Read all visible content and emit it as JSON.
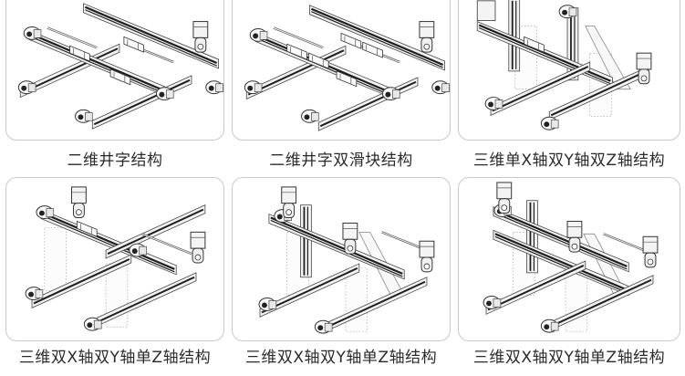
{
  "grid": {
    "items": [
      {
        "id": "2d-cross",
        "label": "二维井字结构",
        "illustration": "two-axis-cross-gantry"
      },
      {
        "id": "2d-cross-double-slider",
        "label": "二维井字双滑块结构",
        "illustration": "two-axis-cross-gantry-double-slider"
      },
      {
        "id": "3d-1x-2y-2z",
        "label": "三维单X轴双Y轴双Z轴结构",
        "illustration": "three-axis-single-x-double-y-double-z"
      },
      {
        "id": "3d-2x-2y-1z-a",
        "label": "三维双X轴双Y轴单Z轴结构",
        "illustration": "three-axis-double-x-double-y-single-z"
      },
      {
        "id": "3d-2x-2y-1z-b",
        "label": "三维双X轴双Y轴单Z轴结构",
        "illustration": "three-axis-double-x-double-y-single-z-vertical"
      },
      {
        "id": "3d-2x-2y-1z-c",
        "label": "三维双X轴双Y轴单Z轴结构",
        "illustration": "three-axis-double-x-double-y-single-z-stacked"
      }
    ]
  },
  "colors": {
    "card_border": "#c9c9c9",
    "caption_text": "#2b2b2b",
    "line_art": "#3a3a3a",
    "rail_dark": "#1e1e1e",
    "rail_light": "#e6e6e6"
  }
}
